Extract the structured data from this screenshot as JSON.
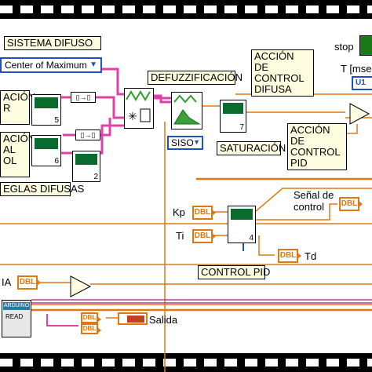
{
  "labels": {
    "sistema_difuso": "SISTEMA DIFUSO",
    "defuzz_method": "Center of Maximum",
    "defuzzificacion": "DEFUZZIFICACIÓN",
    "accion_control_difusa": "ACCIÓN DE\nCONTROL\nDIFUSA",
    "accion_control_pid": "ACCIÓN DE\nCONTROL\nPID",
    "siso": "SISO",
    "saturacion": "SATURACIÓN",
    "stop": "stop",
    "t_mseg": "T [mse",
    "t_u": "U1",
    "senal_de_control": "Señal de\ncontrol",
    "kp": "Kp",
    "ti": "Ti",
    "td": "Td",
    "control_pid": "CONTROL PID",
    "salida": "Salida",
    "left_label_1": "ACIÓN\nR",
    "left_label_2": "ACIÓN\nAL\nOL",
    "reglas_difusas": "EGLAS DIFUSAS",
    "left_ia": "IA",
    "arduino_read": "READ",
    "arduino": "ARDUINO"
  },
  "terminals": {
    "dbl": "DBL",
    "spinner": "▯→▯"
  },
  "vi_numbers": [
    "5",
    "6",
    "2",
    "7",
    "4"
  ],
  "colors": {
    "wire_pink": "#e040a8",
    "wire_orange": "#e07810",
    "wire_green": "#2e9e2e",
    "wire_blue": "#2050c0",
    "label_bg": "#fffde0"
  }
}
